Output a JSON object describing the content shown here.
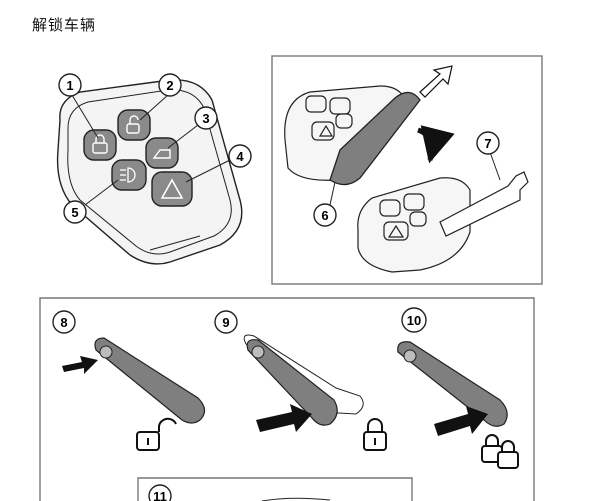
{
  "page": {
    "title": "解锁车辆"
  },
  "callouts": {
    "c1": "1",
    "c2": "2",
    "c3": "3",
    "c4": "4",
    "c5": "5",
    "c6": "6",
    "c7": "7",
    "c8": "8",
    "c9": "9",
    "c10": "10",
    "c11": "11"
  },
  "colors": {
    "line": "#222222",
    "key_body": "#f4f4f4",
    "button_fill": "#8a8a8a",
    "blade_fill": "#7f7f7f",
    "frame": "#777777"
  }
}
